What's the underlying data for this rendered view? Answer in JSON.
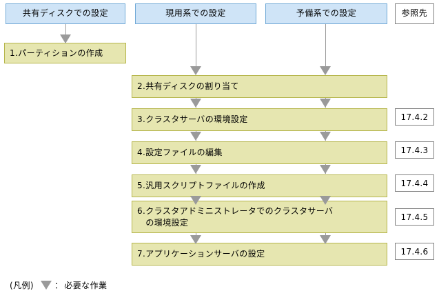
{
  "diagram": {
    "title_columns": [
      {
        "id": "shared-disk",
        "label": "共有ディスクでの設定"
      },
      {
        "id": "active-system",
        "label": "現用系での設定"
      },
      {
        "id": "standby-system",
        "label": "予備系での設定"
      },
      {
        "id": "reference",
        "label": "参照先"
      }
    ],
    "tasks": [
      {
        "id": "task-1",
        "number": "1.",
        "label": "1.パーティションの作成",
        "column": "shared-disk",
        "reference": ""
      },
      {
        "id": "task-2",
        "number": "2.",
        "label": "2.共有ディスクの割り当て",
        "column": "span-active-standby",
        "reference": ""
      },
      {
        "id": "task-3",
        "number": "3.",
        "label": "3.クラスタサーバの環境設定",
        "column": "span-active-standby",
        "reference": "17.4.2"
      },
      {
        "id": "task-4",
        "number": "4.",
        "label": "4.設定ファイルの編集",
        "column": "span-active-standby",
        "reference": "17.4.3"
      },
      {
        "id": "task-5",
        "number": "5.",
        "label": "5.汎用スクリプトファイルの作成",
        "column": "span-active-standby",
        "reference": "17.4.4"
      },
      {
        "id": "task-6",
        "number": "6.",
        "label": "6.クラスタアドミニストレータでのクラスタサーバ\n　の環境設定",
        "column": "span-active-standby",
        "reference": "17.4.5"
      },
      {
        "id": "task-7",
        "number": "7.",
        "label": "7.アプリケーションサーバの設定",
        "column": "span-active-standby",
        "reference": "17.4.6"
      }
    ],
    "legend": {
      "prefix": "(凡例)",
      "separator": "：",
      "description": "必要な作業"
    },
    "colors": {
      "header_fill": "#cfe4f7",
      "header_border": "#6fa8d6",
      "task_fill": "#e6e6b0",
      "task_border": "#b5b54a",
      "arrow": "#9a9a9a",
      "ref_border": "#808080",
      "background": "#ffffff"
    }
  }
}
